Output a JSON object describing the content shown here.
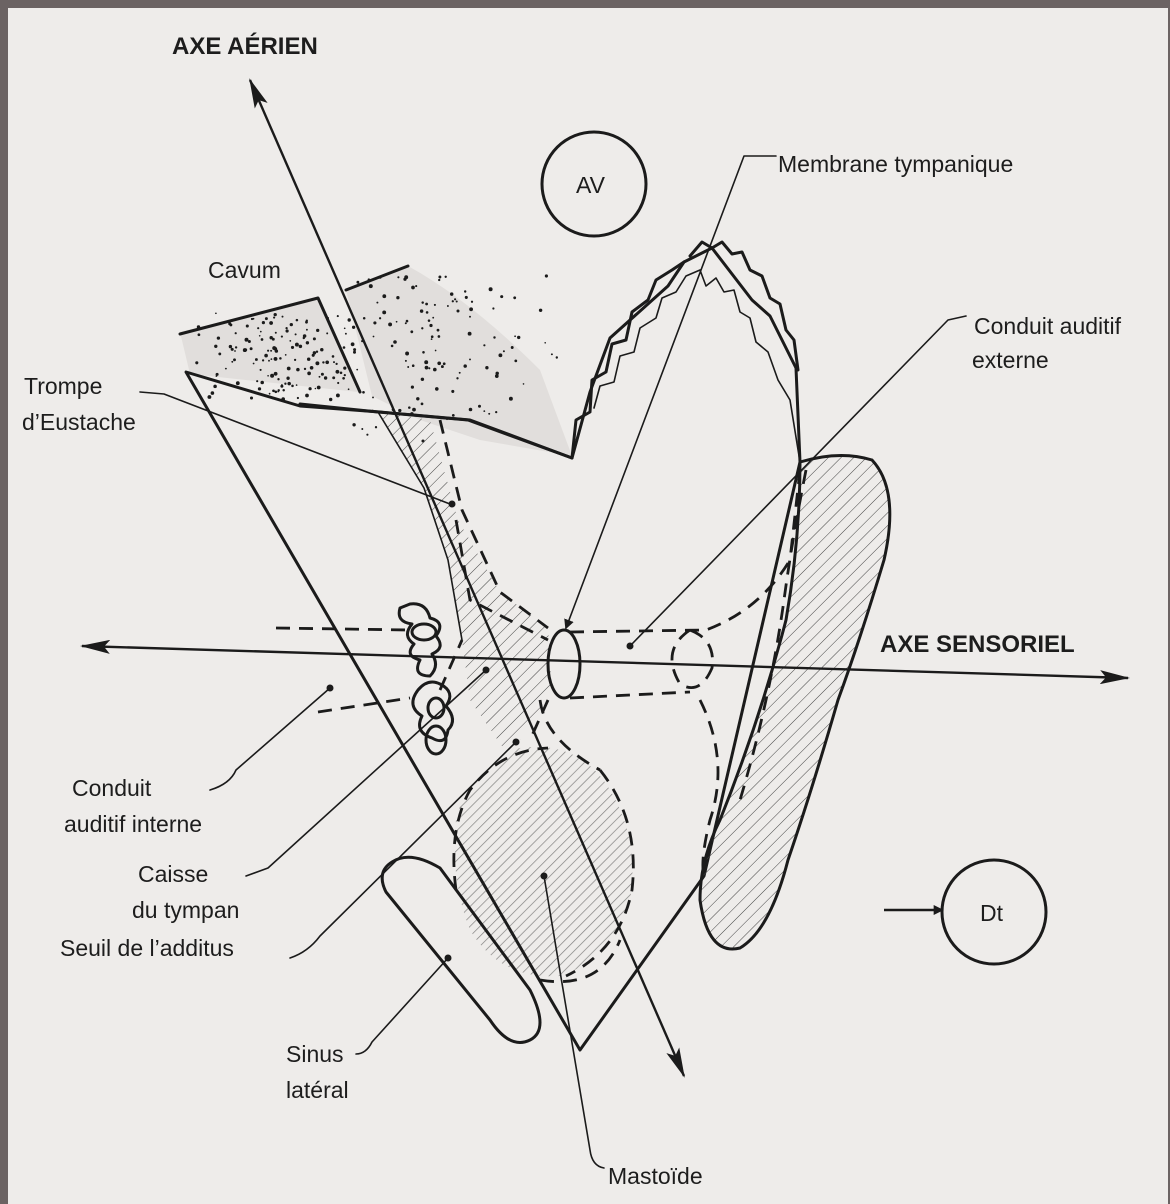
{
  "labels": {
    "axe_aerien": "AXE AÉRIEN",
    "axe_sensoriel": "AXE SENSORIEL",
    "av": "AV",
    "dt": "Dt",
    "cavum": "Cavum",
    "membrane_tympanique": "Membrane tympanique",
    "conduit_auditif_externe_1": "Conduit auditif",
    "conduit_auditif_externe_2": "externe",
    "trompe_1": "Trompe",
    "trompe_2": "d’Eustache",
    "conduit_interne_1": "Conduit",
    "conduit_interne_2": "auditif interne",
    "caisse_1": "Caisse",
    "caisse_2": "du tympan",
    "seuil_additus": "Seuil de l’additus",
    "sinus_1": "Sinus",
    "sinus_2": "latéral",
    "mastoide": "Mastoïde"
  }
}
